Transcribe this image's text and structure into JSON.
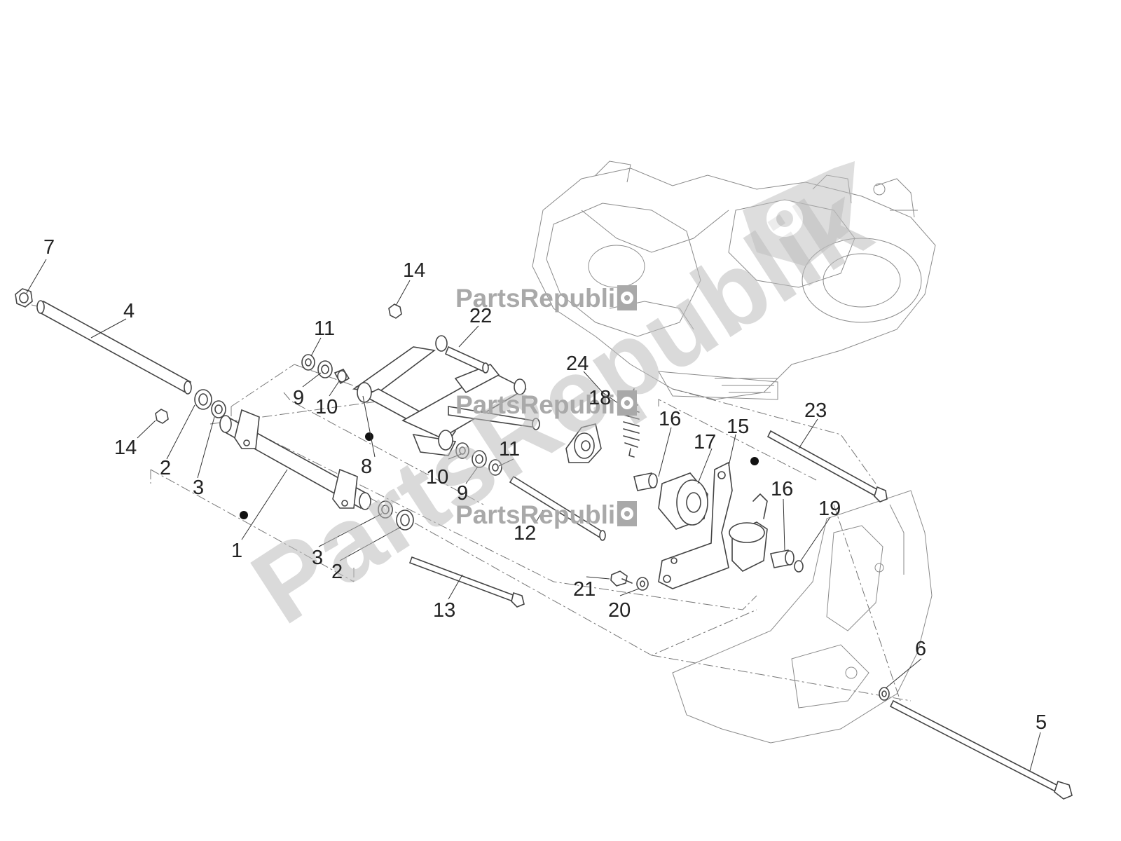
{
  "watermark": {
    "brand_small": "PartsRepublik",
    "brand_large": "PartsRepublik"
  },
  "callouts": {
    "c1": "1",
    "c2a": "2",
    "c2b": "2",
    "c3a": "3",
    "c3b": "3",
    "c4": "4",
    "c5": "5",
    "c6": "6",
    "c7": "7",
    "c8": "8",
    "c9a": "9",
    "c9b": "9",
    "c10a": "10",
    "c10b": "10",
    "c11a": "11",
    "c11b": "11",
    "c12": "12",
    "c13": "13",
    "c14a": "14",
    "c14b": "14",
    "c15": "15",
    "c16a": "16",
    "c16b": "16",
    "c17": "17",
    "c18": "18",
    "c19": "19",
    "c20": "20",
    "c21": "21",
    "c22": "22",
    "c23": "23",
    "c24": "24"
  },
  "colors": {
    "line": "#444444",
    "watermark": "#a9a9a9",
    "background": "#ffffff"
  }
}
